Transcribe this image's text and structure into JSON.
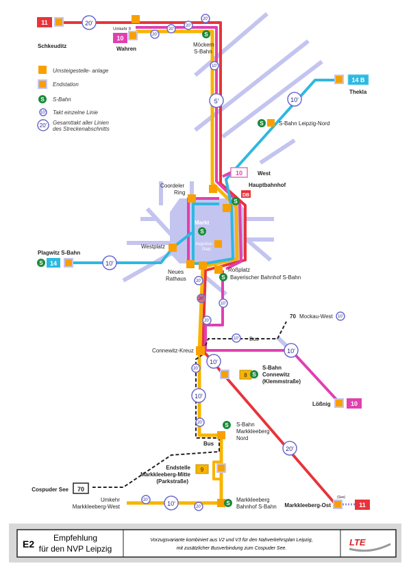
{
  "colors": {
    "red": "#e8333a",
    "pink": "#e040b0",
    "orange": "#f8b400",
    "blue": "#2eb8e0",
    "street": "#c4c4f0",
    "sbahn": "#1a8a3a",
    "station": "#f8a000"
  },
  "lines": {
    "l11": "11",
    "l10": "10",
    "l14b": "14 B",
    "l14": "14",
    "l10b": "10",
    "l11b": "11",
    "l10west": "10",
    "bus70": "70",
    "bus70b": "70"
  },
  "stations": {
    "schkeuditz": "Schkeuditz",
    "wahren": "Wahren",
    "umkehr9": "Umkehr 9",
    "moeckern1": "Möckern",
    "moeckern2": "S-Bahn",
    "thekla": "Thekla",
    "leipzig_nord": "S-Bahn Leipzig-Nord",
    "west": "West",
    "hbf": "Hauptbahnhof",
    "db": "DB",
    "coordeler1": "Coordeler",
    "coordeler2": "Ring",
    "markt": "Markt",
    "augustus1": "Augustus",
    "augustus2": "Platz",
    "westplatz": "Westplatz",
    "plagwitz": "Plagwitz S-Bahn",
    "rathaus1": "Neues",
    "rathaus2": "Rathaus",
    "rossplatz": "Roßplatz",
    "bayer": "Bayerischer Bahnhof S-Bahn",
    "mockau": "Mockau-West",
    "bus": "Bus",
    "bus2": "Bus",
    "connewitz_kreuz": "Connewitz-Kreuz",
    "sc1": "S-Bahn",
    "sc2": "Connewitz",
    "sc3": "(Klemmstraße)",
    "loessnig": "Lößnig",
    "mn1": "S-Bahn",
    "mn2": "Markkleeberg",
    "mn3": "Nord",
    "em1": "Endstelle",
    "em2": "Markkleeberg-Mitte",
    "em3": "(Parkstraße)",
    "depot9": "9",
    "depot8": "8",
    "cospuder": "Cospuder See",
    "umkehr1": "Umkehr",
    "umkehr2": "Markkleeberg-West",
    "mb1": "Markkleeberg",
    "mb2": "Bahnhof S-Bahn",
    "mo": "Markkleeberg-Ost",
    "see": "(See)"
  },
  "takt": {
    "t20a": "20'",
    "t20b": "20'",
    "t20c": "20'",
    "t20d": "20'",
    "t10a": "10'",
    "t5": "5'",
    "t10n": "10'",
    "t10p": "10'",
    "t20e": "20'",
    "t20f": "20'",
    "t20g": "20'",
    "t10m": "10'",
    "t10bus": "10'",
    "t10c": "10'",
    "t10k": "10'",
    "t20h": "20'",
    "t10s": "10'",
    "t20i": "20'",
    "t20o": "20'",
    "t20w1": "20'",
    "t10w": "10'",
    "t20w2": "20'"
  },
  "legend": {
    "transfer": "Umsteigestelle- anlage",
    "end": "Endstation",
    "sbahn": "S-Bahn",
    "single": "Takt einzelne Linie",
    "single_sample": "10'",
    "total1": "Gesamttakt aller Linien",
    "total2": "des Streckenabschnitts",
    "total_sample": "20'"
  },
  "footer": {
    "code": "E2",
    "title1": "Empfehlung",
    "title2": "für den NVP Leipzig",
    "desc1": "Vorzugsvariante kombiniert aus V2 und V3 für den Nahverkehrsplan Leipzig,",
    "desc2": "mit zusätzlicher Busverbindung zum Cospuder See.",
    "logo": "LTE"
  }
}
